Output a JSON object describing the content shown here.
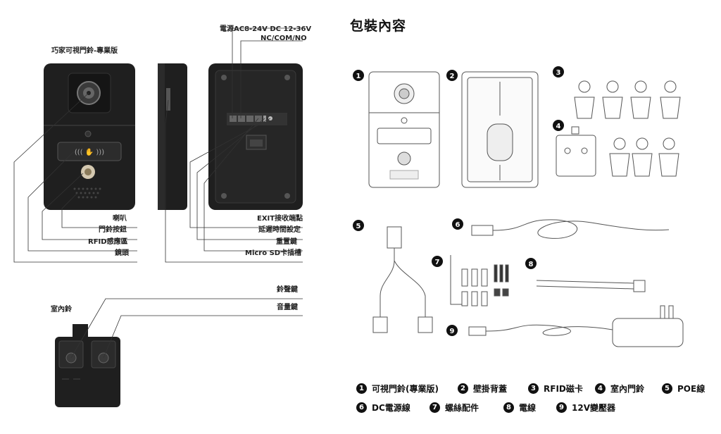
{
  "left": {
    "product_title": "巧家可視門鈴-專業版",
    "power_label": "電源AC8-24V  DC 12-36V",
    "relay_label": "NC/COM/NO",
    "front_labels": [
      "喇叭",
      "門鈴按鈕",
      "RFID感應區",
      "鏡頭"
    ],
    "back_labels": [
      "EXIT接收端點",
      "延遲時間設定",
      "重置鍵",
      "Micro SD卡插槽"
    ],
    "chime_title": "室內鈴",
    "chime_labels": [
      "鈴聲鍵",
      "音量鍵"
    ]
  },
  "right": {
    "section_title": "包裝內容",
    "numbers": [
      "1",
      "2",
      "3",
      "4",
      "5",
      "6",
      "7",
      "8",
      "9"
    ],
    "legend_row1": [
      "可視門鈴(專業版)",
      "壁掛背蓋",
      "RFID磁卡",
      "室內門鈴",
      "POE線"
    ],
    "legend_row2": [
      "DC電源線",
      "螺絲配件",
      "電線",
      "12V變壓器"
    ]
  }
}
